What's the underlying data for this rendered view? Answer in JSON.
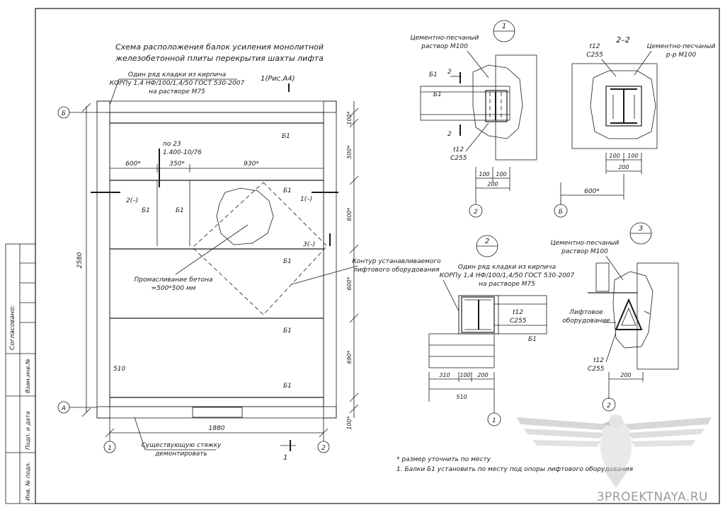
{
  "title": {
    "line1": "Схема расположения балок усиления монолитной",
    "line2": "железобетонной плиты перекрытия шахты лифта"
  },
  "plan": {
    "masonry_note": [
      "Один ряд кладки из кирпича",
      "КОРПу 1,4 НФ/100/1,4/50 ГОСТ 530-2007",
      "на растворе М75"
    ],
    "section_mark_1": "1(Рис.А4)",
    "section_mark_bottom": "1",
    "axis_b": "Б",
    "axis_a": "А",
    "axis_1": "1",
    "axis_2": "2",
    "dim_2580": "2580",
    "dim_1880": "1880",
    "dim_510": "510",
    "dim_600a": "600*",
    "dim_350": "350*",
    "dim_930": "930*",
    "dims_right": [
      "100*",
      "500*",
      "600*",
      "600*",
      "690*",
      "100*"
    ],
    "note_po23": [
      "по 23",
      "1.400-10/76"
    ],
    "beam": "Б1",
    "call_1": "1(–)",
    "call_2": "2(–)",
    "call_3": "3(–)",
    "oil": [
      "Промасливание бетона",
      "≈500*500 мм"
    ],
    "contour": [
      "Контур устанавливаемого",
      "лифтового оборудования"
    ],
    "screed": [
      "Существующую стяжку",
      "демонтировать"
    ]
  },
  "sec1": {
    "num": "1",
    "mortar": [
      "Цементно-песчаный",
      "раствор М100"
    ],
    "beam": "Б1",
    "cut": "2",
    "t12": "t12",
    "c255": "С255",
    "dim_100a": "100",
    "dim_100b": "100",
    "dim_200": "200",
    "axis": "2"
  },
  "sec22": {
    "title": "2–2",
    "t12": "t12",
    "c255": "С255",
    "mortar": [
      "Цементно-песчаный",
      "р-р М100"
    ],
    "dim_100a": "100",
    "dim_100b": "100",
    "dim_200": "200",
    "dim_600": "600*",
    "axis": "Б"
  },
  "sec2": {
    "num": "2",
    "masonry_note": [
      "Один ряд кладки из кирпича",
      "КОРПу 1,4 НФ/100/1,4/50 ГОСТ 530-2007",
      "на растворе М75"
    ],
    "t12": "t12",
    "c255": "С255",
    "beam": "Б1",
    "dim_310": "310",
    "dim_100": "100",
    "dim_200": "200",
    "dim_510": "510",
    "axis": "1"
  },
  "sec3": {
    "num": "3",
    "mortar": [
      "Цементно-песчаный",
      "раствор М100"
    ],
    "equipment": [
      "Лифтовое",
      "оборудование"
    ],
    "t12": "t12",
    "c255": "С255",
    "dim_200": "200",
    "axis": "2"
  },
  "notes": {
    "n0": "* размер уточнить по месту",
    "n1": "1. Балки Б1 установить по месту под опоры лифтового оборудования"
  },
  "stamp": {
    "agreed": "Согласовано:",
    "vzam": "Взам.инв.№",
    "podp": "Подп. и дата",
    "inv": "Инв. № подл."
  },
  "watermark": "3PROEKTNAYA.RU"
}
